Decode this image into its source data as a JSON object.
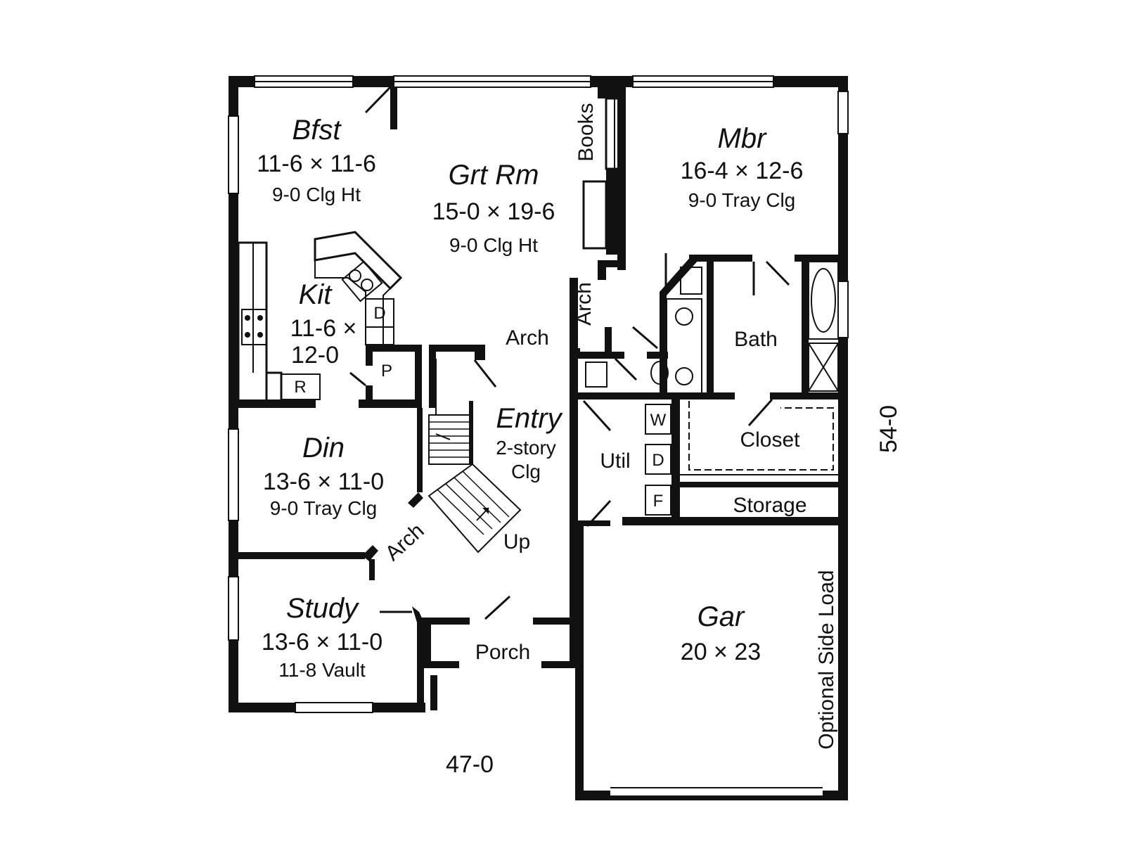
{
  "rooms": {
    "bfst": {
      "name": "Bfst",
      "size": "11-6 × 11-6",
      "note": "9-0 Clg Ht"
    },
    "grt_rm": {
      "name": "Grt Rm",
      "size": "15-0 × 19-6",
      "note": "9-0 Clg Ht"
    },
    "mbr": {
      "name": "Mbr",
      "size": "16-4 × 12-6",
      "note": "9-0 Tray Clg"
    },
    "kit": {
      "name": "Kit",
      "size_line1": "11-6 ×",
      "size_line2": "12-0"
    },
    "din": {
      "name": "Din",
      "size": "13-6 × 11-0",
      "note": "9-0 Tray Clg"
    },
    "entry": {
      "name": "Entry",
      "note_line1": "2-story",
      "note_line2": "Clg"
    },
    "study": {
      "name": "Study",
      "size": "13-6 × 11-0",
      "note": "11-8 Vault"
    },
    "gar": {
      "name": "Gar",
      "size": "20 × 23"
    }
  },
  "labels": {
    "books": "Books",
    "arch_vertical": "Arch",
    "arch_center": "Arch",
    "arch_diagonal": "Arch",
    "bath": "Bath",
    "closet": "Closet",
    "util": "Util",
    "storage": "Storage",
    "porch": "Porch",
    "up": "Up",
    "optional_side_load": "Optional Side Load",
    "pantry": "P",
    "dishwasher": "D",
    "refrigerator": "R",
    "washer": "W",
    "dryer": "D",
    "freezer": "F"
  },
  "dimensions": {
    "width": "47-0",
    "depth": "54-0"
  }
}
